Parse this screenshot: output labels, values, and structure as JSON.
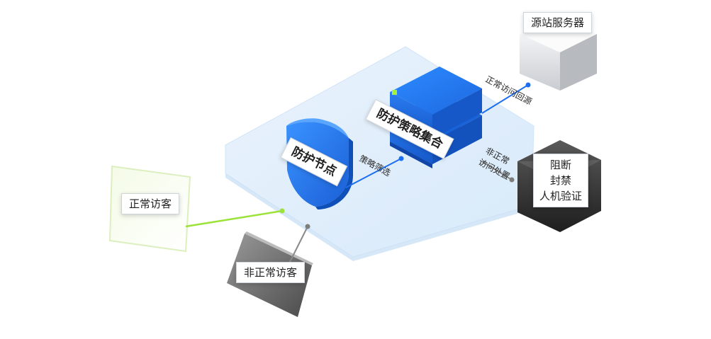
{
  "nodes": {
    "origin_server": "源站服务器",
    "policy_set": "防护策略集合",
    "protect_node": "防护节点",
    "normal_visitor": "正常访客",
    "abnormal_visitor": "非正常访客",
    "block_lines": [
      "阻断",
      "封禁",
      "人机验证"
    ]
  },
  "edges": {
    "strategy_filter": "策略筛选",
    "normal_back": "正常访问回源",
    "abnormal_handle_1": "非正常",
    "abnormal_handle_2": "访问处置"
  },
  "colors": {
    "accent_blue": "#1d6ff0",
    "accent_green": "#9be33a",
    "gray": "#7d7d7d"
  }
}
